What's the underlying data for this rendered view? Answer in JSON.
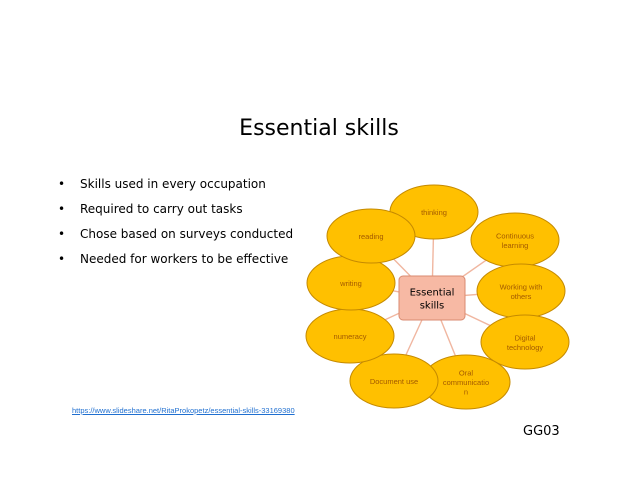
{
  "title": "Essential skills",
  "bullets": [
    "Skills used in every occupation",
    "Required to carry out tasks",
    "Chose based on surveys conducted",
    "Needed for workers to be effective"
  ],
  "bullet_glyph": "•",
  "source_link": "https://www.slideshare.net/RitaProkopetz/essential-skills-33169380",
  "slide_code": "GG03",
  "diagram": {
    "center": [
      "Essential",
      "skills"
    ],
    "nodes": [
      {
        "id": "thinking",
        "lines": [
          "thinking"
        ]
      },
      {
        "id": "continuous-learning",
        "lines": [
          "Continuous",
          "learning"
        ]
      },
      {
        "id": "working-with-others",
        "lines": [
          "Working with",
          "others"
        ]
      },
      {
        "id": "digital-technology",
        "lines": [
          "Digital",
          "technology"
        ]
      },
      {
        "id": "oral-communication",
        "lines": [
          "Oral",
          "communicatio",
          "n"
        ]
      },
      {
        "id": "document-use",
        "lines": [
          "Document use"
        ]
      },
      {
        "id": "numeracy",
        "lines": [
          "numeracy"
        ]
      },
      {
        "id": "writing",
        "lines": [
          "writing"
        ]
      },
      {
        "id": "reading",
        "lines": [
          "reading"
        ]
      }
    ],
    "colors": {
      "node_fill": "#ffc000",
      "node_stroke": "#c58a00",
      "center_fill": "#f7b9a4",
      "center_stroke": "#d98a70",
      "connector": "#f0b6a0"
    }
  }
}
